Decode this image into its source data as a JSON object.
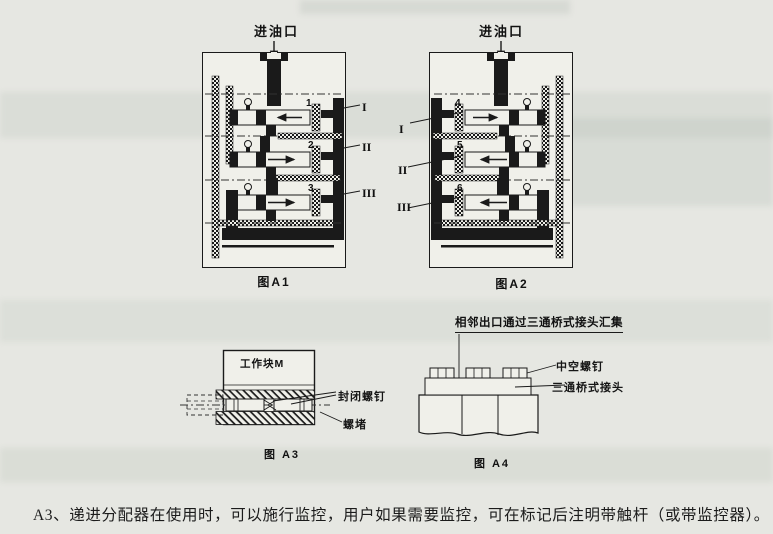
{
  "fig_a1": {
    "inlet": "进油口",
    "pistons": [
      "1",
      "2",
      "3"
    ],
    "outlets": [
      "I",
      "II",
      "III"
    ],
    "caption": "图A1"
  },
  "fig_a2": {
    "inlet": "进油口",
    "pistons": [
      "4",
      "5",
      "6"
    ],
    "outlets": [
      "I",
      "II",
      "III"
    ],
    "caption": "图A2"
  },
  "fig_a3": {
    "block": "工作块M",
    "seal_screw": "封闭螺钉",
    "plug": "螺堵",
    "caption": "图 A3"
  },
  "fig_a4": {
    "title": "相邻出口通过三通桥式接头汇集",
    "hollow_screw": "中空螺钉",
    "tee_fitting": "三通桥式接头",
    "caption": "图 A4"
  },
  "footer": {
    "note": "A3、递进分配器在使用时，可以施行监控，用户如果需要监控，可在标记后注明带触杆（或带监控器）。"
  },
  "colors": {
    "page_background": "#e6e7e2",
    "ink": "#1a1a1a",
    "drawing_fill": "#f0f0ea"
  }
}
